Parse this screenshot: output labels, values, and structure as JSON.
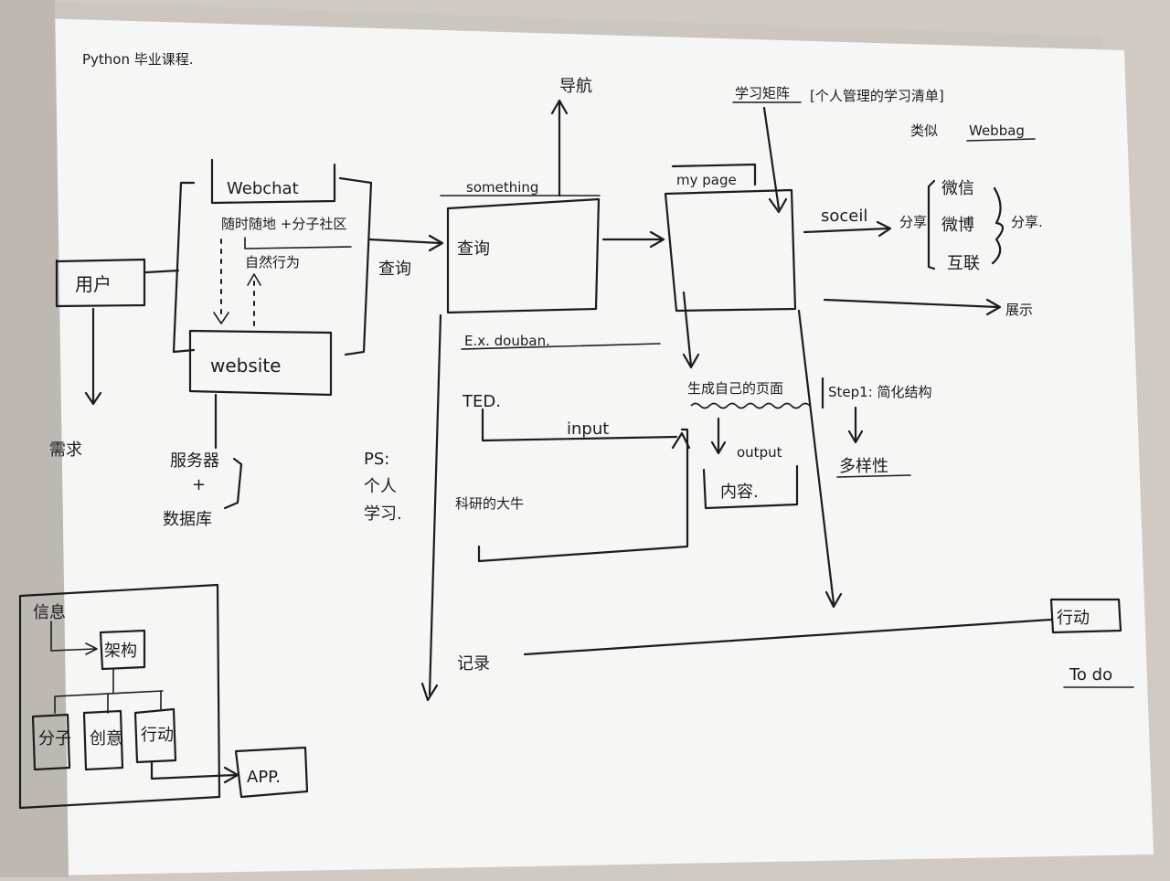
{
  "title": "Python 毕业课程.",
  "nodes": {
    "user": "用户",
    "need": "需求",
    "webchat": "Webchat",
    "anytime": "随时随地 +分子社区",
    "natural": "自然行为",
    "website": "website",
    "server": "服务器",
    "plus": "+",
    "database": "数据库",
    "query": "查询",
    "ps": "PS:",
    "ps_line1": "个人",
    "ps_line2": "学习.",
    "something": "something",
    "nav": "导航",
    "search_box": "查询",
    "ex_douban": "E.x. douban.",
    "ted": "TED.",
    "input": "input",
    "research": "科研的大牛",
    "record": "记录",
    "my_page": "my page",
    "learning_matrix": "学习矩阵",
    "matrix_note": "[个人管理的学习清单]",
    "similar": "类似",
    "webbag": "Webbag",
    "social": "soceil",
    "share": "分享",
    "wechat": "微信",
    "weibo": "微博",
    "more": "互联",
    "share_right": "分享.",
    "display": "展示",
    "generate": "生成自己的页面",
    "output": "output",
    "content": "内容.",
    "step": "Step1: 简化结构",
    "diversity": "多样性",
    "action": "行动",
    "todo": "To do",
    "info": "信息",
    "arch": "架构",
    "col1": "分子",
    "col2": "创意",
    "col3": "行动",
    "app": "APP."
  }
}
